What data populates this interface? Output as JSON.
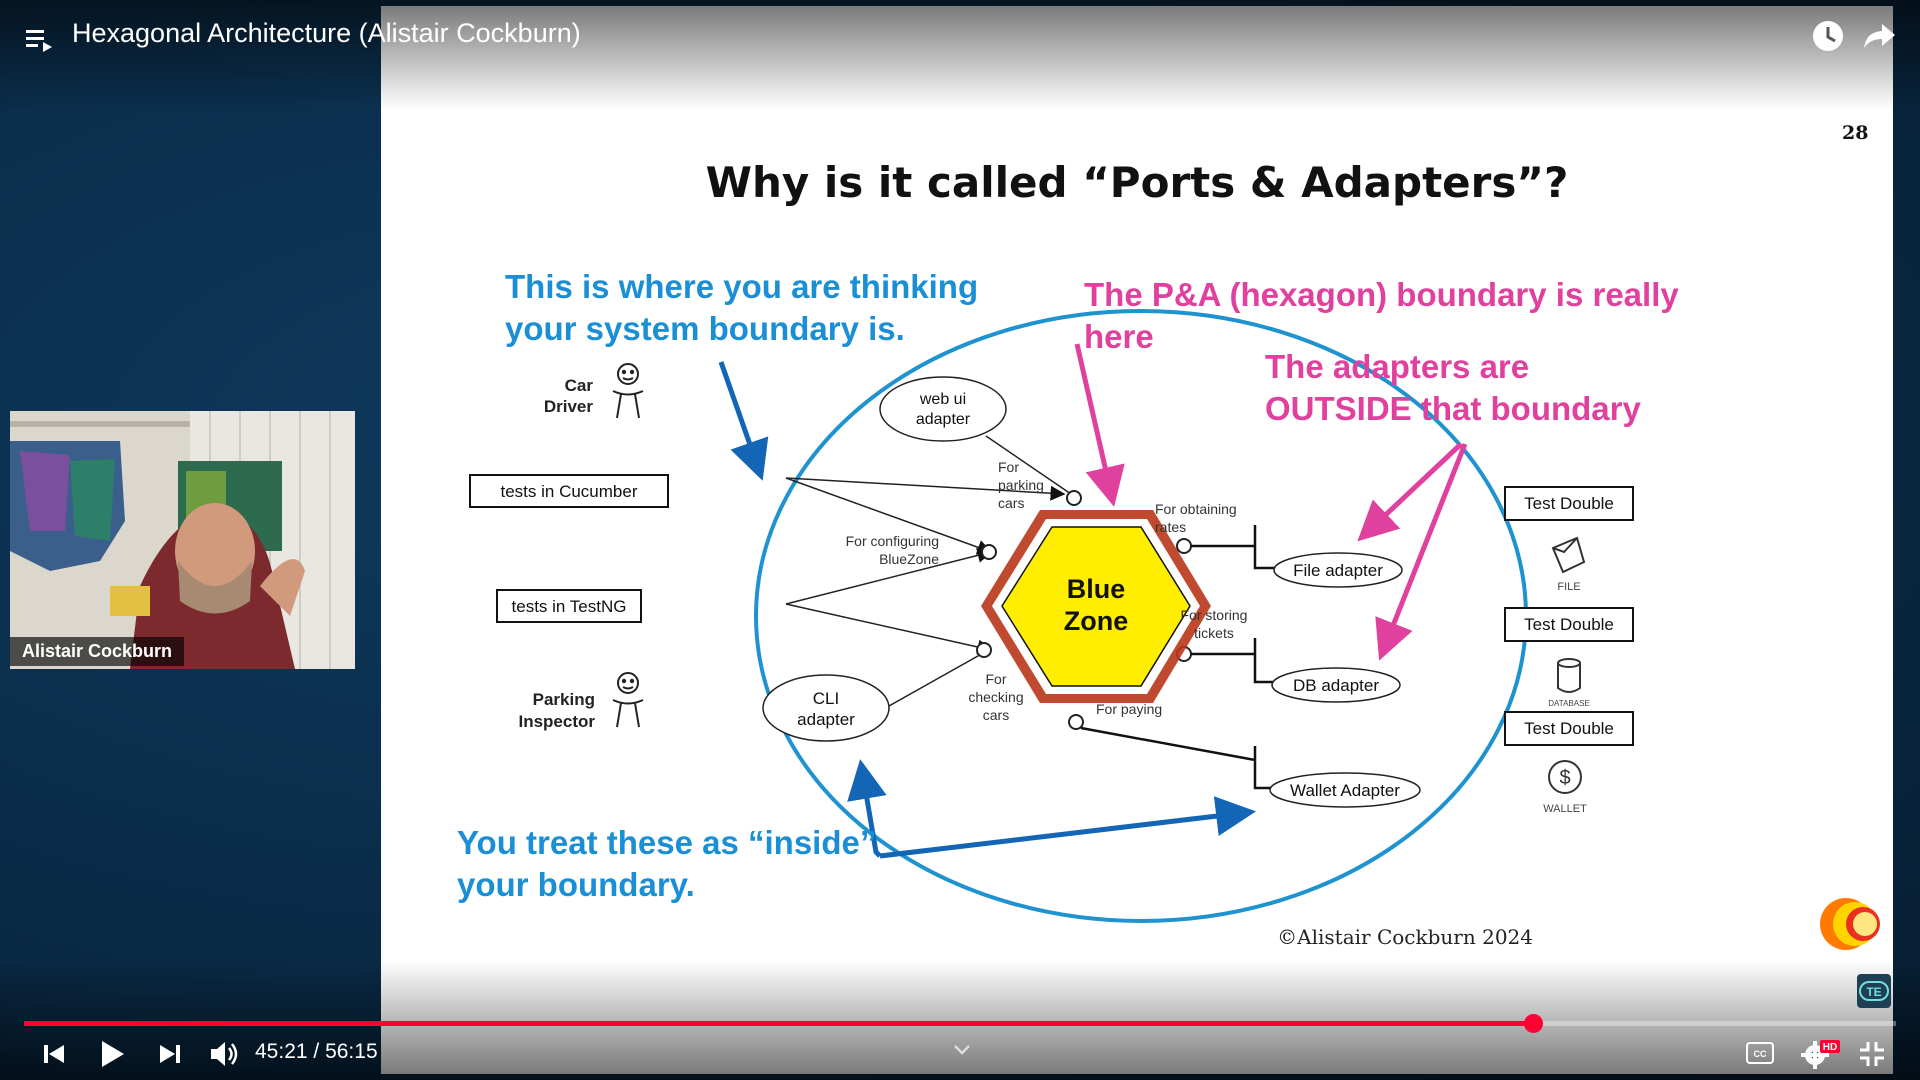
{
  "player": {
    "title": "Hexagonal Architecture (Alistair Cockburn)",
    "current_time": "45:21",
    "duration": "56:15",
    "time_separator": " / ",
    "progress_fraction": 0.806,
    "accent_color": "#ff0033",
    "icons": [
      "playlist-icon",
      "clock-icon",
      "share-icon",
      "previous-icon",
      "play-icon",
      "next-icon",
      "volume-icon",
      "chevron-down-icon",
      "closed-captions-icon",
      "settings-icon",
      "exit-fullscreen-icon"
    ],
    "hd_badge": "HD"
  },
  "webcam": {
    "name": "Alistair Cockburn"
  },
  "slide": {
    "number": "28",
    "heading": "Why is it called “Ports & Adapters”?",
    "note_blue_1": [
      "This is where you are thinking",
      "your system boundary is."
    ],
    "note_pink_1": [
      "The P&A (hexagon) boundary is really",
      "here"
    ],
    "note_pink_2": [
      "The adapters are",
      "OUTSIDE that boundary"
    ],
    "note_blue_2": [
      "You treat these as “inside”",
      "your boundary."
    ],
    "hexagon_label": [
      "Blue",
      "Zone"
    ],
    "actors": {
      "car_driver": [
        "Car",
        "Driver"
      ],
      "parking_inspector": [
        "Parking",
        "Inspector"
      ]
    },
    "left_boxes": [
      "tests in Cucumber",
      "tests in TestNG"
    ],
    "left_adapters": {
      "web_ui": [
        "web ui",
        "adapter"
      ],
      "cli": [
        "CLI",
        "adapter"
      ]
    },
    "port_labels": {
      "parking": [
        "For",
        "parking",
        "cars"
      ],
      "configuring": [
        "For configuring",
        "BlueZone"
      ],
      "checking": [
        "For",
        "checking",
        "cars"
      ],
      "obtaining": [
        "For obtaining",
        "rates"
      ],
      "storing": [
        "For storing",
        "tickets"
      ],
      "paying": "For paying"
    },
    "right_adapters": [
      "File adapter",
      "DB adapter",
      "Wallet Adapter"
    ],
    "test_doubles": [
      "Test Double",
      "Test Double",
      "Test Double"
    ],
    "store_icons": [
      "FILE",
      "DATABASE",
      "WALLET"
    ],
    "wallet_symbol": "$",
    "copyright": "©Alistair Cockburn 2024",
    "te_badge": "TE",
    "colors": {
      "blue_note": "#1a8fd6",
      "pink_note": "#e0409e",
      "ellipse": "#1f93d0",
      "hexagon_fill": "#ffee00",
      "hexagon_border": "#b8361a",
      "arrow_blue": "#1266b5"
    }
  }
}
